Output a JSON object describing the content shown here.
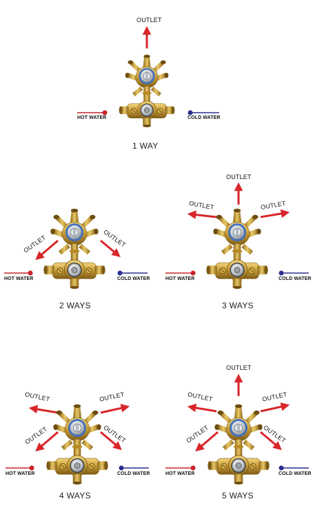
{
  "labels": {
    "outlet": "OUTLET",
    "hot_water": "HOT WATER",
    "cold_water": "COLD WATER"
  },
  "captions": {
    "one": "1 WAY",
    "two": "2 WAYS",
    "three": "3 WAYS",
    "four": "4 WAYS",
    "five": "5 WAYS"
  },
  "colors": {
    "arrow_red": "#d8262b",
    "hot_line": "#c8242c",
    "cold_line": "#2b2f8f",
    "brass": "#c9992f",
    "brass_dark": "#8a6418",
    "brass_light": "#f0cf72",
    "chrome": "#bfc4c8",
    "blue_ring": "#3f6fc2"
  }
}
